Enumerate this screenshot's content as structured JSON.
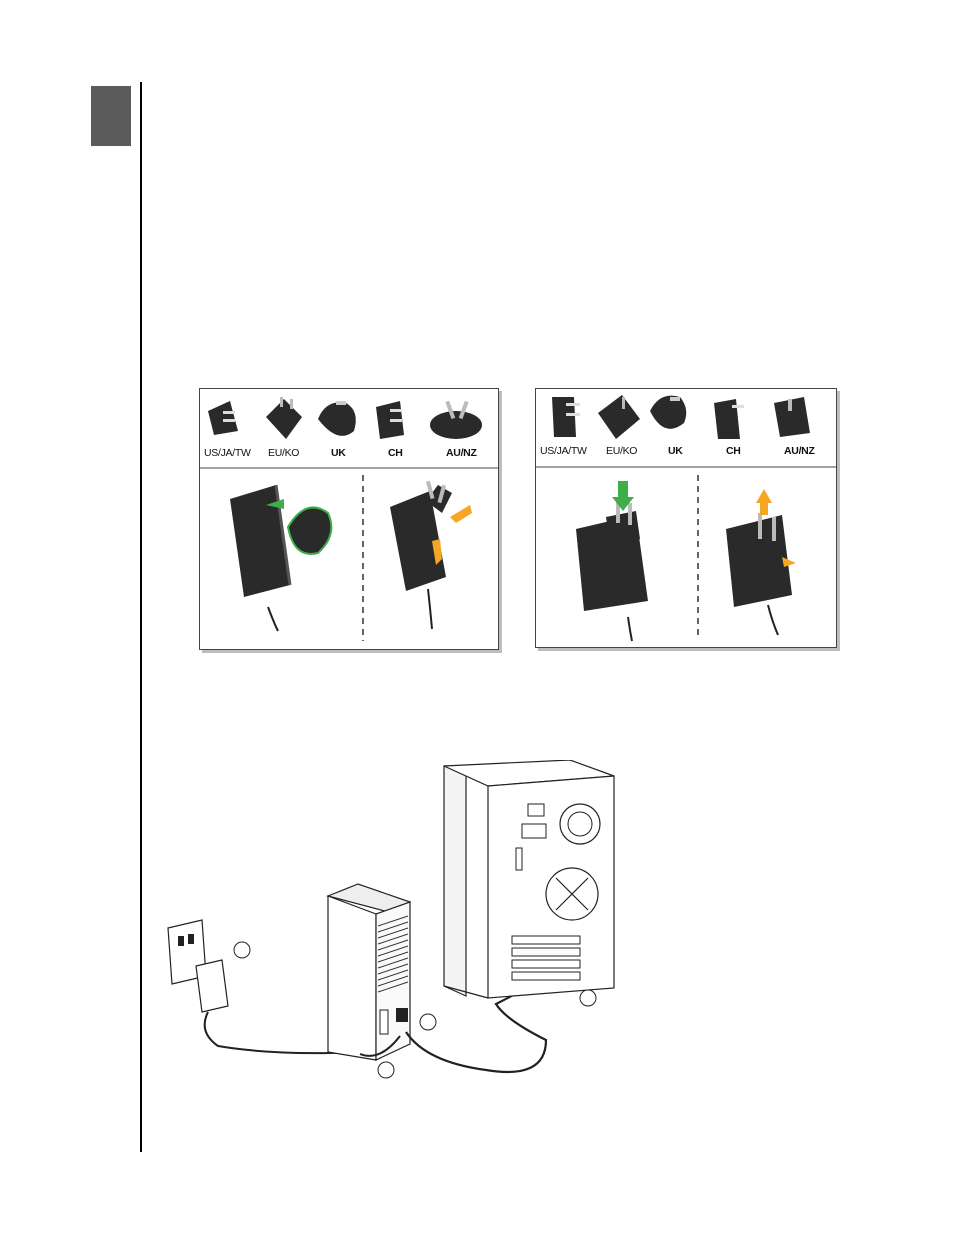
{
  "plug_panels": {
    "left": {
      "labels": [
        "US/JA/TW",
        "EU/KO",
        "UK",
        "CH",
        "AU/NZ"
      ]
    },
    "right": {
      "labels": [
        "US/JA/TW",
        "EU/KO",
        "UK",
        "CH",
        "AU/NZ"
      ]
    }
  },
  "colors": {
    "accent_green": "#3fae49",
    "accent_orange": "#f5a623",
    "dark_device": "#2a2a2a"
  }
}
